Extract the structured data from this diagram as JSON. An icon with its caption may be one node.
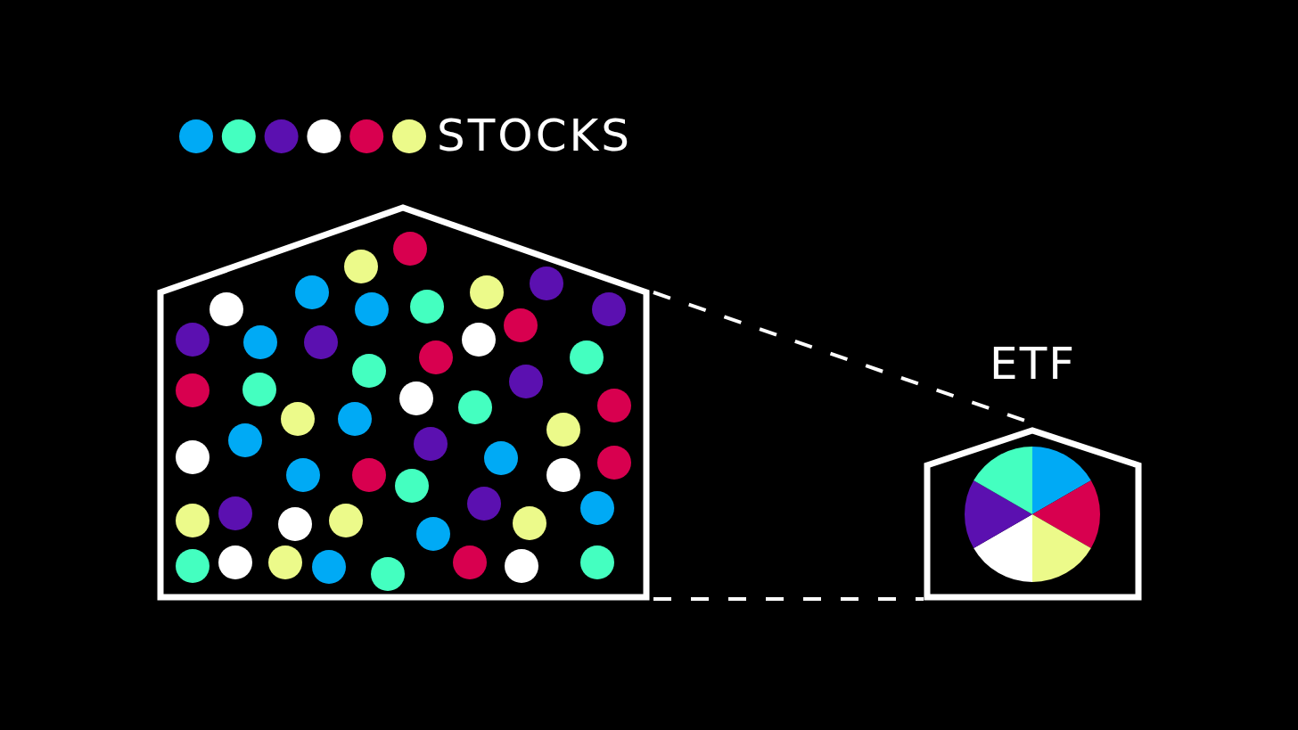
{
  "diagram": {
    "nodes": [
      {
        "text": [],
        "shape": "pentagon"
      },
      {
        "text": [
          "ETF"
        ]
      }
    ],
    "edges": [
      {
        "from": 0,
        "to": 1,
        "arrow": "none",
        "style": "dashed"
      },
      {
        "from": 0,
        "to": 1,
        "arrow": "none",
        "style": "dashed"
      }
    ],
    "labels": [
      "STOCKS"
    ]
  }
}
